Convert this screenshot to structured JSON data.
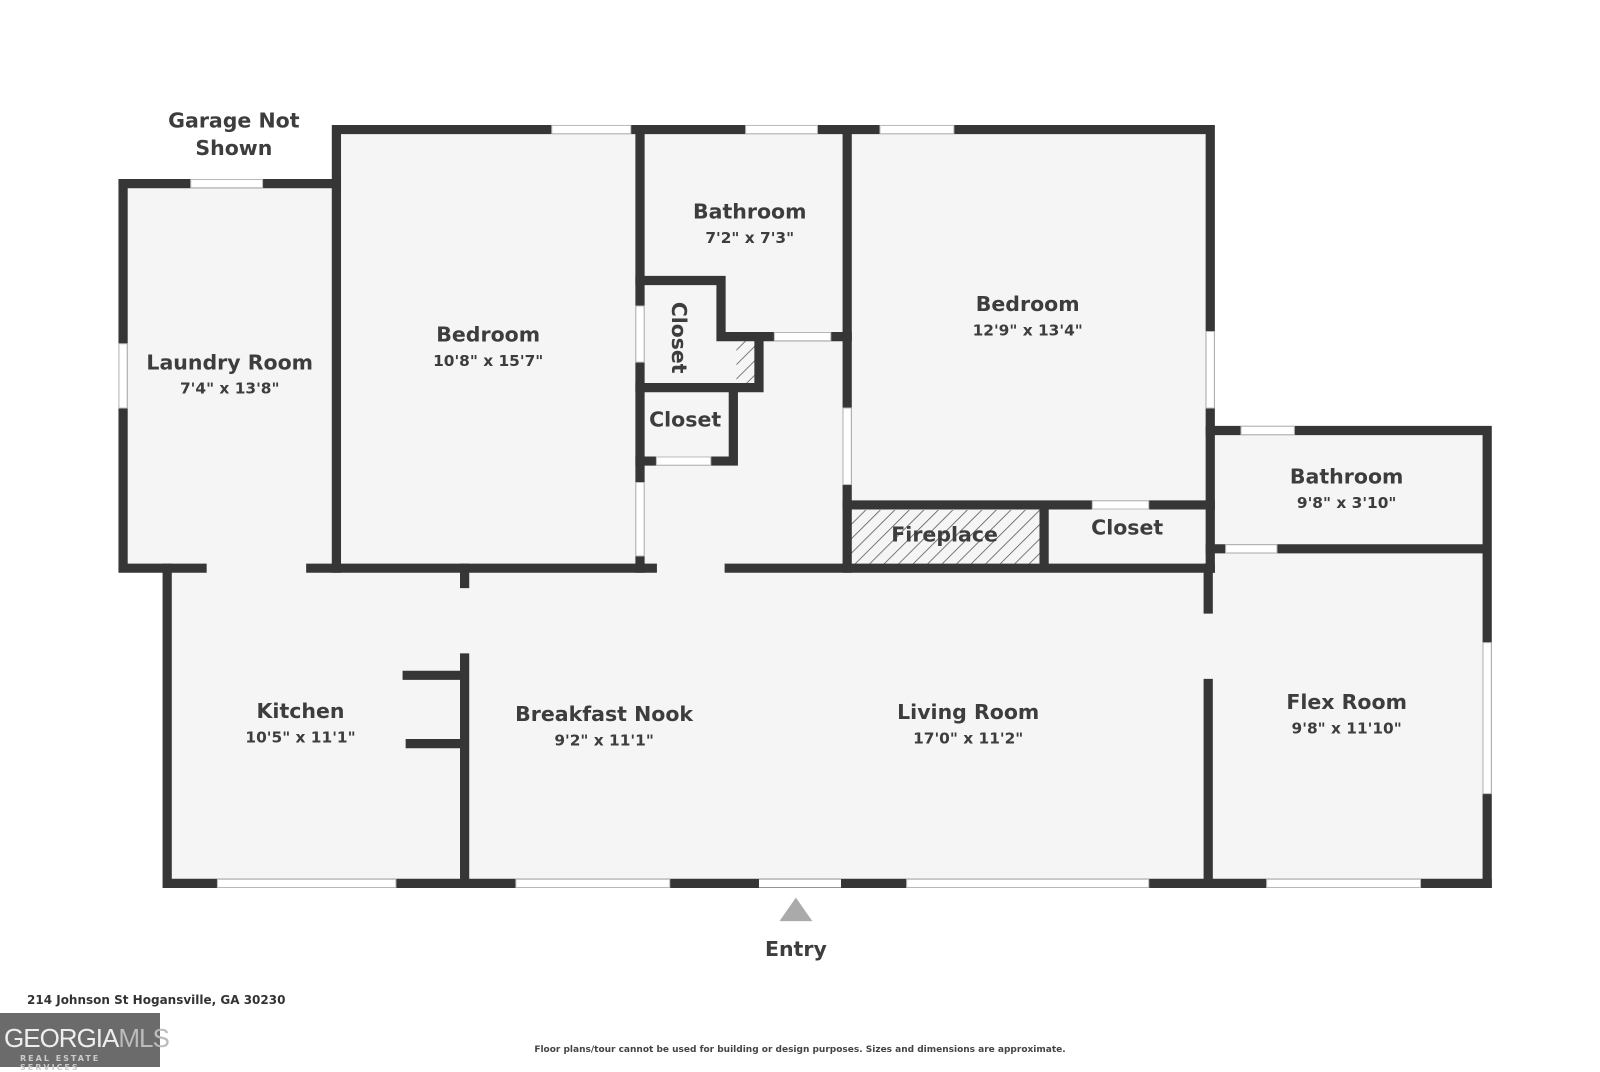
{
  "rooms": {
    "laundry": {
      "name": "Laundry Room",
      "dim": "7'4\" x 13'8\""
    },
    "bedroom1": {
      "name": "Bedroom",
      "dim": "10'8\" x 15'7\""
    },
    "bathroom1": {
      "name": "Bathroom",
      "dim": "7'2\" x 7'3\""
    },
    "closet_a": {
      "name": "Closet"
    },
    "closet_b": {
      "name": "Closet"
    },
    "bedroom2": {
      "name": "Bedroom",
      "dim": "12'9\" x 13'4\""
    },
    "fireplace": {
      "name": "Fireplace"
    },
    "closet_c": {
      "name": "Closet"
    },
    "bathroom2": {
      "name": "Bathroom",
      "dim": "9'8\" x 3'10\""
    },
    "kitchen": {
      "name": "Kitchen",
      "dim": "10'5\" x 11'1\""
    },
    "nook": {
      "name": "Breakfast Nook",
      "dim": "9'2\" x 11'1\""
    },
    "living": {
      "name": "Living Room",
      "dim": "17'0\" x 11'2\""
    },
    "flex": {
      "name": "Flex Room",
      "dim": "9'8\" x 11'10\""
    }
  },
  "garage_note": [
    "Garage Not",
    "Shown"
  ],
  "entry_label": "Entry",
  "address": "214 Johnson St Hogansville, GA 30230",
  "disclaimer": "Floor plans/tour cannot be used for building or design purposes. Sizes and dimensions are approximate.",
  "logo": {
    "brand": "GEORGIA",
    "brand_accent": "MLS",
    "tagline": "REAL ESTATE SERVICES"
  },
  "colors": {
    "wall": "#363636",
    "floor": "#f5f5f5",
    "window": "#ffffff"
  }
}
